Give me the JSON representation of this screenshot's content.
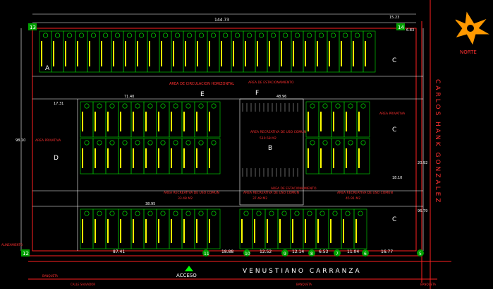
{
  "colors": {
    "background": "#000000",
    "boundary": "#ff2020",
    "lot_line": "#00c000",
    "dimension": "#ffffff",
    "lot_letter": "#ffff00",
    "north_arrow": "#ff9900",
    "road_text": "#ff2020"
  },
  "plan": {
    "north_label": "NORTE",
    "street_right": "CARLOS HANK GONZALEZ",
    "street_bottom": "VENUSTIANO CARRANZA",
    "access_label": "ACCESO",
    "block_labels": {
      "E": "E",
      "F": "F",
      "B_center": "B",
      "C_top": "C",
      "C_mid": "C",
      "C_bottom": "C",
      "D": "D",
      "A": "A"
    },
    "area_labels": {
      "circulation": "AREA DE CIRCULACION HORIZONTAL",
      "parking": "AREA DE ESTACIONAMIENTO",
      "common_center": "AREA RECREATIVA DE USO COMUN",
      "common_center_val": "510.58 M2",
      "rec1": "AREA RECREATIVA DE USO COMUN",
      "rec1_val": "33.48 M2",
      "rec2": "AREA RECREATIVA DE USO COMUN",
      "rec2_val": "37.48 M2",
      "rec3": "AREA RECREATIVA DE USO COMUN",
      "rec3_val": "45.91 M2",
      "parking2": "AREA DE ESTACIONAMIENTO",
      "private_d": "AREA PRIVATIVA",
      "private_c": "AREA PRIVATIVA"
    },
    "dimensions": {
      "top_total": "144.73",
      "bottom_a": "87.41",
      "bottom_b": "18.88",
      "bottom_c": "12.52",
      "bottom_d": "12.14",
      "bottom_e": "6.53",
      "bottom_f": "11.04",
      "bottom_g": "16.77",
      "top_right": "15.23",
      "right_a": "6.83",
      "left_side": "98.10",
      "mid_a": "71.40",
      "mid_b": "48.96",
      "mid_c": "17.31",
      "mid_d": "38.95",
      "right_b": "96.79",
      "right_c": "18.10",
      "right_d": "20.92"
    },
    "corner_numbers": {
      "c13": "13",
      "c12": "12",
      "c14": "14",
      "c11": "11",
      "c10": "10",
      "c9": "9",
      "c8": "8",
      "c7": "7",
      "c6": "6",
      "c5": "5"
    },
    "side_labels": {
      "left_label": "ALINEAMIENTO",
      "bottom_left": "BANQUETA",
      "bottom_street": "CALLE SALVADOR",
      "bottom_mid": "BANQUETA",
      "bottom_right": "BANQUETA"
    }
  }
}
